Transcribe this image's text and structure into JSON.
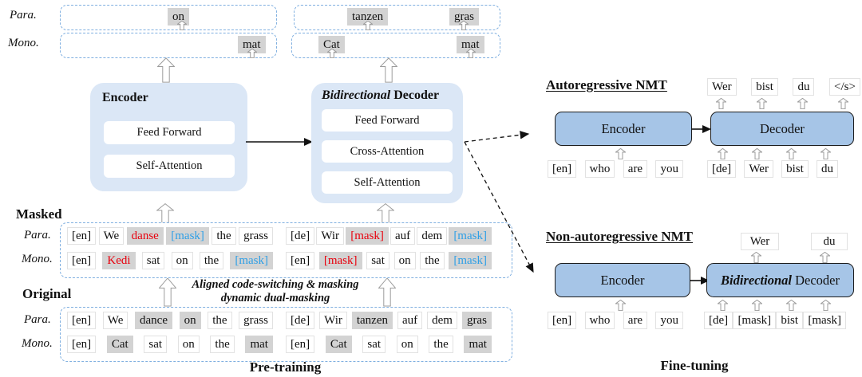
{
  "colors": {
    "light": "#dbe7f6",
    "blue": "#a6c5e7",
    "dash": "#7fafe0",
    "gray": "#d3d3d3",
    "red": "#e8000d",
    "mblue": "#2e9fe6",
    "ink": "#111111"
  },
  "pretrain": {
    "section_label": "Pre-training",
    "masked_label": "Masked",
    "original_label": "Original",
    "para_label": "Para.",
    "mono_label": "Mono.",
    "note_line1": "Aligned code-switching & masking",
    "note_line2": "dynamic dual-masking",
    "encoder": {
      "title": "Encoder",
      "layers": [
        "Feed Forward",
        "Self-Attention"
      ]
    },
    "decoder": {
      "title_em": "Bidirectional",
      "title_rest": "Decoder",
      "layers": [
        "Feed Forward",
        "Cross-Attention",
        "Self-Attention"
      ]
    },
    "top_outputs": {
      "para_left": [
        "on"
      ],
      "mono_left": [
        "mat"
      ],
      "para_right": [
        "tanzen",
        "gras"
      ],
      "mono_right": [
        "Cat",
        "mat"
      ]
    },
    "masked": {
      "para_left": [
        {
          "t": "[en]"
        },
        {
          "t": "We"
        },
        {
          "t": "danse",
          "s": "r"
        },
        {
          "t": "[mask]",
          "s": "b"
        },
        {
          "t": "the"
        },
        {
          "t": "grass"
        }
      ],
      "para_right": [
        {
          "t": "[de]"
        },
        {
          "t": "Wir"
        },
        {
          "t": "[mask]",
          "s": "r"
        },
        {
          "t": "auf"
        },
        {
          "t": "dem"
        },
        {
          "t": "[mask]",
          "s": "b"
        }
      ],
      "mono_left": [
        {
          "t": "[en]"
        },
        {
          "t": "Kedi",
          "s": "r"
        },
        {
          "t": "sat"
        },
        {
          "t": "on"
        },
        {
          "t": "the"
        },
        {
          "t": "[mask]",
          "s": "b"
        }
      ],
      "mono_right": [
        {
          "t": "[en]"
        },
        {
          "t": "[mask]",
          "s": "r"
        },
        {
          "t": "sat"
        },
        {
          "t": "on"
        },
        {
          "t": "the"
        },
        {
          "t": "[mask]",
          "s": "b"
        }
      ]
    },
    "original": {
      "para_left": [
        {
          "t": "[en]"
        },
        {
          "t": "We"
        },
        {
          "t": "dance",
          "s": "g"
        },
        {
          "t": "on",
          "s": "g"
        },
        {
          "t": "the"
        },
        {
          "t": "grass"
        }
      ],
      "para_right": [
        {
          "t": "[de]"
        },
        {
          "t": "Wir"
        },
        {
          "t": "tanzen",
          "s": "g"
        },
        {
          "t": "auf"
        },
        {
          "t": "dem"
        },
        {
          "t": "gras",
          "s": "g"
        }
      ],
      "mono_left": [
        {
          "t": "[en]"
        },
        {
          "t": "Cat",
          "s": "g"
        },
        {
          "t": "sat"
        },
        {
          "t": "on"
        },
        {
          "t": "the"
        },
        {
          "t": "mat",
          "s": "g"
        }
      ],
      "mono_right": [
        {
          "t": "[en]"
        },
        {
          "t": "Cat",
          "s": "g"
        },
        {
          "t": "sat"
        },
        {
          "t": "on"
        },
        {
          "t": "the"
        },
        {
          "t": "mat",
          "s": "g"
        }
      ]
    }
  },
  "finetune": {
    "section_label": "Fine-tuning",
    "ar": {
      "title": "Autoregressive NMT",
      "encoder": "Encoder",
      "decoder": "Decoder",
      "outputs": [
        {
          "t": "Wer"
        },
        {
          "t": "bist"
        },
        {
          "t": "du"
        },
        {
          "t": "</s>"
        }
      ],
      "enc_inputs": [
        {
          "t": "[en]"
        },
        {
          "t": "who"
        },
        {
          "t": "are"
        },
        {
          "t": "you"
        }
      ],
      "dec_inputs": [
        {
          "t": "[de]"
        },
        {
          "t": "Wer"
        },
        {
          "t": "bist"
        },
        {
          "t": "du"
        }
      ]
    },
    "nar": {
      "title": "Non-autoregressive NMT",
      "encoder": "Encoder",
      "decoder_em": "Bidirectional",
      "decoder_rest": "Decoder",
      "outputs": {
        "first": "Wer",
        "second": "du"
      },
      "enc_inputs": [
        {
          "t": "[en]"
        },
        {
          "t": "who"
        },
        {
          "t": "are"
        },
        {
          "t": "you"
        }
      ],
      "dec_inputs": [
        {
          "t": "[de]"
        },
        {
          "t": "[mask]"
        },
        {
          "t": "bist"
        },
        {
          "t": "[mask]"
        }
      ]
    }
  }
}
